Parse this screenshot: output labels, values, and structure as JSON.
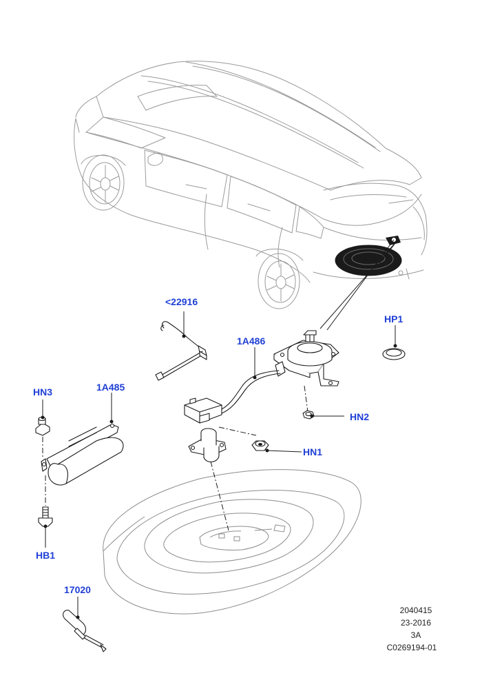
{
  "diagram": {
    "callouts": [
      {
        "id": "22916",
        "label": "<22916"
      },
      {
        "id": "1A486",
        "label": "1A486"
      },
      {
        "id": "HP1",
        "label": "HP1"
      },
      {
        "id": "HN3",
        "label": "HN3"
      },
      {
        "id": "1A485",
        "label": "1A485"
      },
      {
        "id": "HN2",
        "label": "HN2"
      },
      {
        "id": "HN1",
        "label": "HN1"
      },
      {
        "id": "HB1",
        "label": "HB1"
      },
      {
        "id": "17020",
        "label": "17020"
      }
    ],
    "reference_block": [
      "2040415",
      "23-2016",
      "3A",
      "C0269194-01"
    ]
  }
}
